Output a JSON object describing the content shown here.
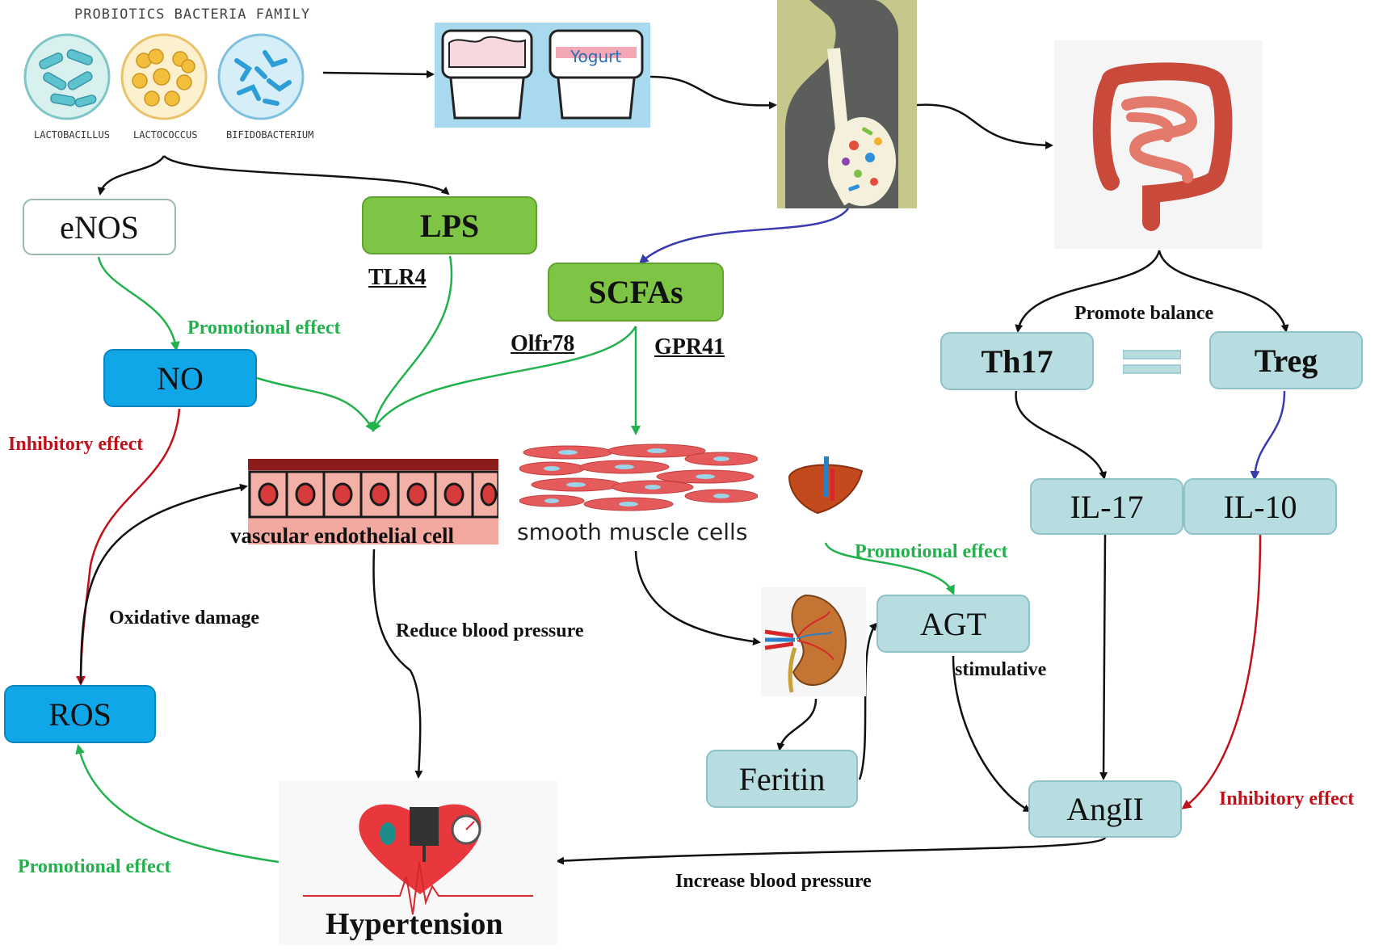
{
  "probiotics": {
    "family_title": "PROBIOTICS BACTERIA FAMILY",
    "strains": [
      "LACTOBACILLUS",
      "LACTOCOCCUS",
      "BIFIDOBACTERIUM"
    ]
  },
  "yogurt_label": "Yogurt",
  "nodes": {
    "enos": "eNOS",
    "lps": "LPS",
    "scfas": "SCFAs",
    "no": "NO",
    "ros": "ROS",
    "th17": "Th17",
    "treg": "Treg",
    "il17": "IL-17",
    "il10": "IL-10",
    "agt": "AGT",
    "feritin": "Feritin",
    "angii": "AngII"
  },
  "receptors": {
    "tlr4": "TLR4",
    "olfr78": "Olfr78",
    "gpr41": "GPR41"
  },
  "cells": {
    "vascular": "vascular endothelial cell",
    "smooth": "smooth muscle cells"
  },
  "outcome": "Hypertension",
  "edge_labels": {
    "promo_no": "Promotional effect",
    "inhib_no": "Inhibitory effect",
    "oxidative": "Oxidative damage",
    "reduce_bp": "Reduce blood pressure",
    "promote_balance": "Promote balance",
    "promo_liver": "Promotional effect",
    "stimulative": "stimulative",
    "inhib_il10": "Inhibitory effect",
    "promo_ros": "Promotional effect",
    "increase_bp": "Increase blood pressure"
  },
  "colors": {
    "green_box": "#7ec545",
    "blue_box": "#10a7e8",
    "teal_box": "#b7dde1",
    "green_arrow": "#22b14c",
    "red_arrow": "#c0111a",
    "purple_arrow": "#3a3ab0",
    "black_arrow": "#111111"
  }
}
